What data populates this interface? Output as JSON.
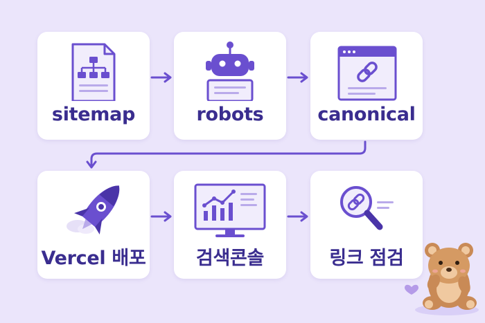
{
  "steps": [
    {
      "label": "sitemap",
      "icon": "sitemap-document-icon"
    },
    {
      "label": "robots",
      "icon": "robot-icon"
    },
    {
      "label": "canonical",
      "icon": "browser-link-icon"
    },
    {
      "label": "Vercel 배포",
      "icon": "rocket-icon"
    },
    {
      "label": "검색콘솔",
      "icon": "monitor-chart-icon"
    },
    {
      "label": "링크 점검",
      "icon": "magnifier-link-icon"
    }
  ],
  "colors": {
    "background": "#ebe5fb",
    "card": "#ffffff",
    "accent": "#6a4fcf",
    "text": "#3a2d8f",
    "light_accent": "#d9cff7"
  },
  "decorations": [
    "teddy-bear-icon",
    "heart-icon"
  ]
}
